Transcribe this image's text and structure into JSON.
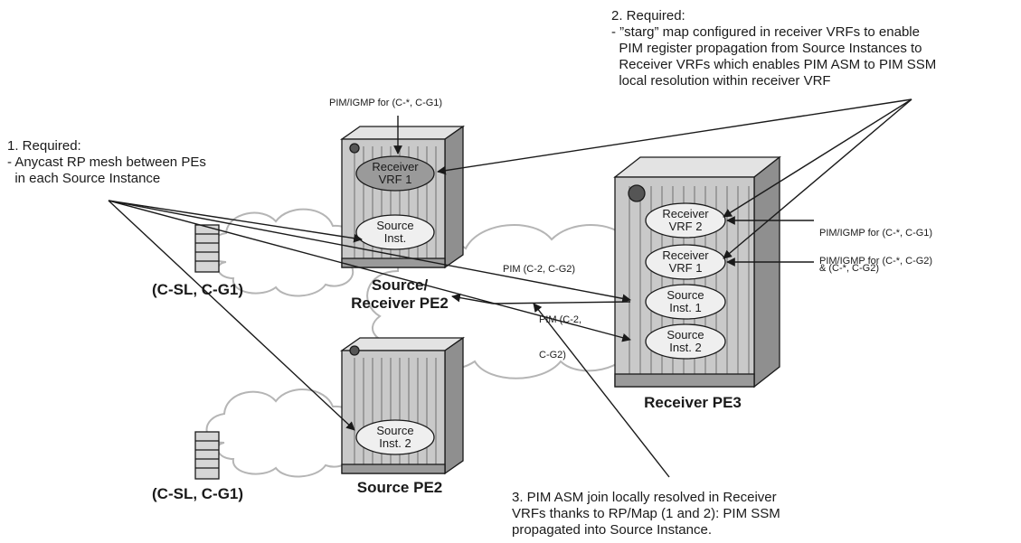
{
  "notes": {
    "required_1": [
      "1. Required:",
      "- Anycast RP mesh between PEs",
      "  in each Source Instance"
    ],
    "required_2": [
      "2. Required:",
      "- ”starg” map configured in receiver VRFs to enable",
      "  PIM register propagation from Source Instances to",
      "  Receiver VRFs which enables PIM ASM to PIM SSM",
      "  local resolution within receiver VRF"
    ],
    "step_3": [
      "3. PIM ASM join locally resolved in Receiver",
      "VRFs thanks to RP/Map (1 and 2): PIM SSM",
      "propagated into Source Instance."
    ]
  },
  "devices": {
    "source_receiver_pe2": {
      "label": [
        "Source/",
        "Receiver PE2"
      ],
      "ovals": [
        {
          "text": [
            "Receiver",
            "VRF 1"
          ]
        },
        {
          "text": [
            "Source",
            "Inst."
          ]
        }
      ]
    },
    "source_pe2": {
      "label": [
        "Source PE2"
      ],
      "ovals": [
        {
          "text": [
            "Source",
            "Inst. 2"
          ]
        }
      ]
    },
    "receiver_pe3": {
      "label": [
        "Receiver PE3"
      ],
      "ovals": [
        {
          "text": [
            "Receiver",
            "VRF 2"
          ]
        },
        {
          "text": [
            "Receiver",
            "VRF 1"
          ]
        },
        {
          "text": [
            "Source",
            "Inst. 1"
          ]
        },
        {
          "text": [
            "Source",
            "Inst. 2"
          ]
        }
      ]
    }
  },
  "sources": [
    {
      "label": "(C-SL, C-G1)"
    },
    {
      "label": "(C-SL, C-G1)"
    }
  ],
  "flow_labels": {
    "pim_igmp_top": "PIM/IGMP for (C-*, C-G1)",
    "pim_igmp_right_1": [
      "PIM/IGMP for (C-*, C-G1)",
      "& (C-*, C-G2)"
    ],
    "pim_igmp_right_2": "PIM/IGMP for (C-*, C-G2)",
    "pim_c2_upper": "PIM (C-2, C-G2)",
    "pim_c2_lower": [
      "PIM (C-2,",
      "C-G2)"
    ]
  },
  "colors": {
    "ink": "#1a1a1a",
    "router_body": "#c9c9c9",
    "router_dark": "#8f8f8f",
    "oval_fill": "#efefef",
    "oval_highlight": "#9a9a9a",
    "cloud_stroke": "#b5b5b5"
  }
}
